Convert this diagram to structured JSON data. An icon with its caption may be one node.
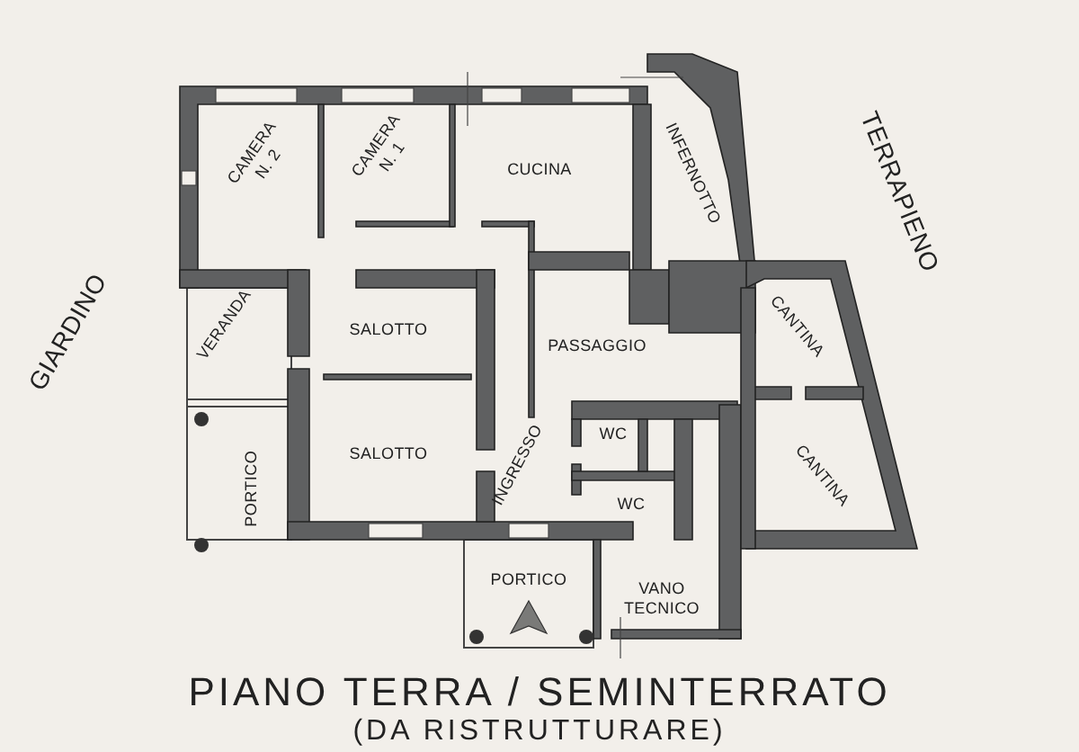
{
  "diagram": {
    "title": "PIANO TERRA / SEMINTERRATO",
    "caption": "(DA RISTRUTTURARE)",
    "labels": [
      "CAMERA N. 2",
      "CAMERA N. 1",
      "CUCINA",
      "INFERNOTTO",
      "TERRAPIENO",
      "GIARDINO",
      "VERANDA",
      "SALOTTO",
      "PASSAGGIO",
      "CANTINA",
      "WC",
      "SALOTTO",
      "INGRESSO",
      "PORTICO",
      "WC",
      "CANTINA",
      "PORTICO",
      "VANO TECNICO"
    ]
  }
}
